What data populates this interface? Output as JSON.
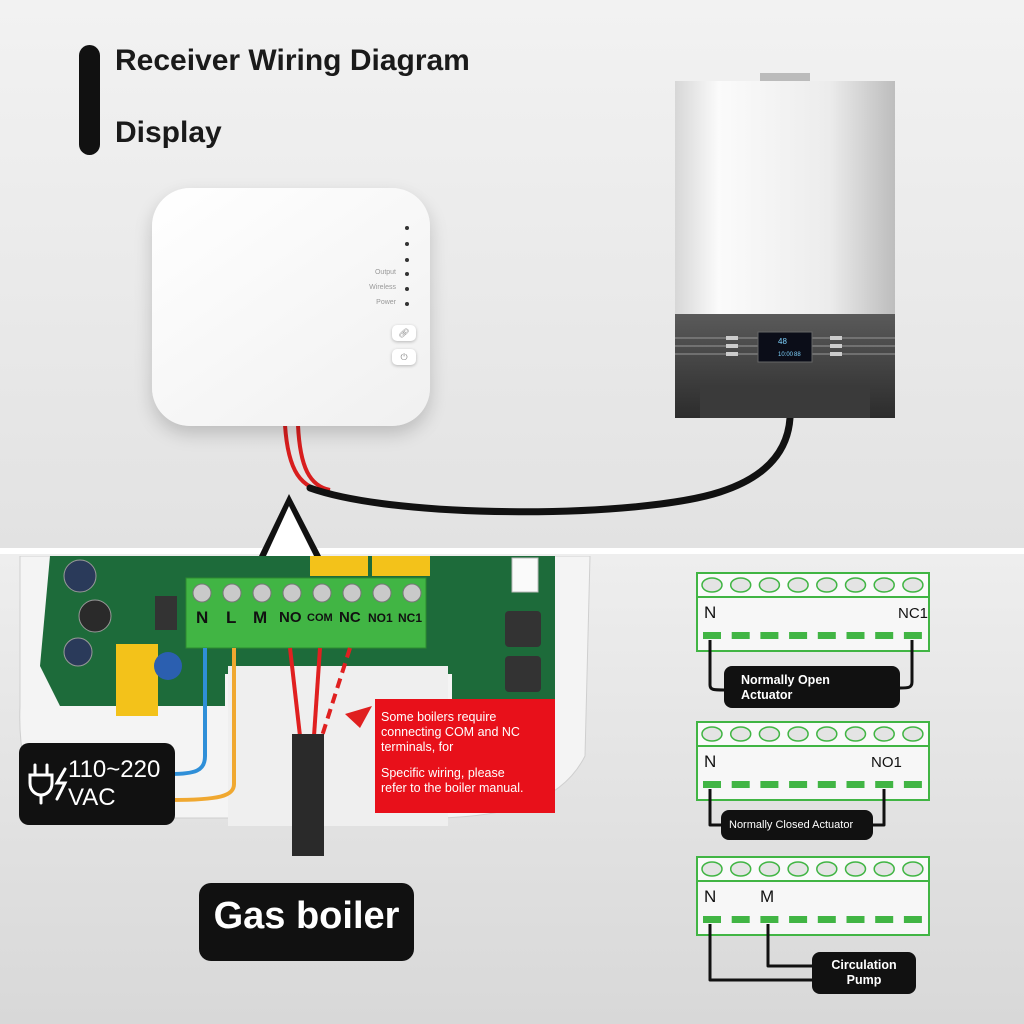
{
  "header": {
    "title": "Receiver Wiring Diagram",
    "subtitle": "Display"
  },
  "receiver": {
    "leds": [
      "Output",
      "Wireless",
      "Power"
    ]
  },
  "boiler_display": {
    "temp": "48",
    "time": "10:00",
    "value": "88"
  },
  "terminals": [
    "N",
    "L",
    "M",
    "NO",
    "COM",
    "NC",
    "NO1",
    "NC1"
  ],
  "power": {
    "voltage_line1": "110~220",
    "voltage_line2": "VAC"
  },
  "note": {
    "line1": "Some boilers require",
    "line2": "connecting COM and NC",
    "line3": "terminals, for",
    "line4": "Specific wiring, please",
    "line5": "refer to the boiler manual."
  },
  "gas_boiler_label": "Gas boiler",
  "wiring_blocks": [
    {
      "left": "N",
      "right": "NC1",
      "actuator_line1": "Normally Open",
      "actuator_line2": "Actuator"
    },
    {
      "left": "N",
      "right": "NO1",
      "actuator_line1": "Normally Closed Actuator"
    },
    {
      "left": "N",
      "right": "M",
      "actuator_line1": "Circulation",
      "actuator_line2": "Pump"
    }
  ],
  "colors": {
    "terminal_green": "#41b544",
    "note_red": "#e8101a",
    "wire_red": "#e02020",
    "wire_blue": "#2f8fd8",
    "wire_orange": "#f0a830"
  }
}
